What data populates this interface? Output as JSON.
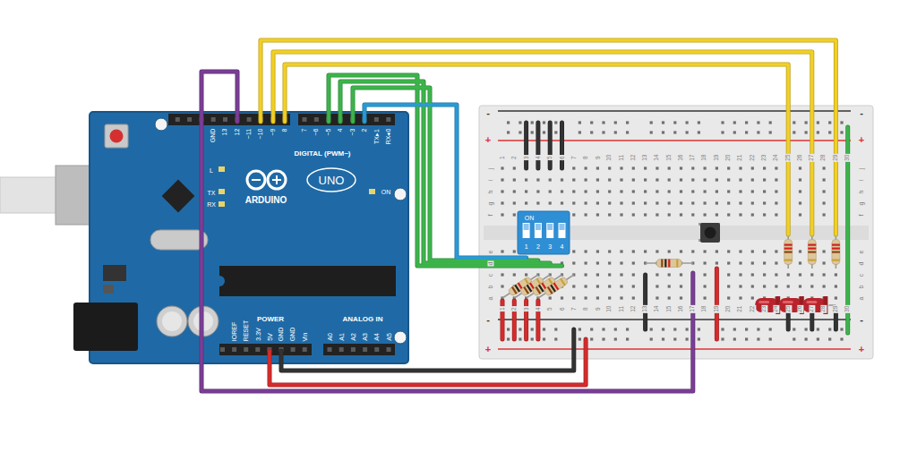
{
  "diagram": {
    "labels": [
      "GND",
      "13",
      "12",
      "~11",
      "~10",
      "~9",
      "8",
      "7",
      "~6",
      "~5",
      "4",
      "~3",
      "2",
      "TX▸1",
      "RX◂0",
      "DIGITAL (PWM~)",
      "L",
      "TX",
      "RX",
      "ARDUINO",
      "UNO",
      "ON",
      "POWER",
      "ANALOG IN",
      "IOREF",
      "RESET",
      "3.3V",
      "5V",
      "GND",
      "GND",
      "Vin",
      "A0",
      "A1",
      "A2",
      "A3",
      "A4",
      "A5",
      "ON",
      "1",
      "2",
      "3",
      "4",
      "1",
      "2",
      "3",
      "4",
      "5",
      "6",
      "7",
      "8",
      "9",
      "10",
      "11",
      "12",
      "13",
      "14",
      "15",
      "16",
      "17",
      "18",
      "19",
      "20",
      "21",
      "22",
      "23",
      "24",
      "25",
      "26",
      "27",
      "28",
      "29",
      "30",
      "1",
      "2",
      "3",
      "4",
      "5",
      "6",
      "7",
      "8",
      "9",
      "10",
      "11",
      "12",
      "13",
      "14",
      "15",
      "16",
      "17",
      "18",
      "19",
      "20",
      "21",
      "22",
      "23",
      "24",
      "25",
      "26",
      "27",
      "28",
      "29",
      "30",
      "j",
      "i",
      "h",
      "g",
      "f",
      "e",
      "d",
      "c",
      "b",
      "a",
      "j",
      "i",
      "h",
      "g",
      "f",
      "e",
      "d",
      "c",
      "b",
      "a",
      "-",
      "+",
      "-",
      "+",
      "-",
      "+",
      "-",
      "+"
    ]
  }
}
